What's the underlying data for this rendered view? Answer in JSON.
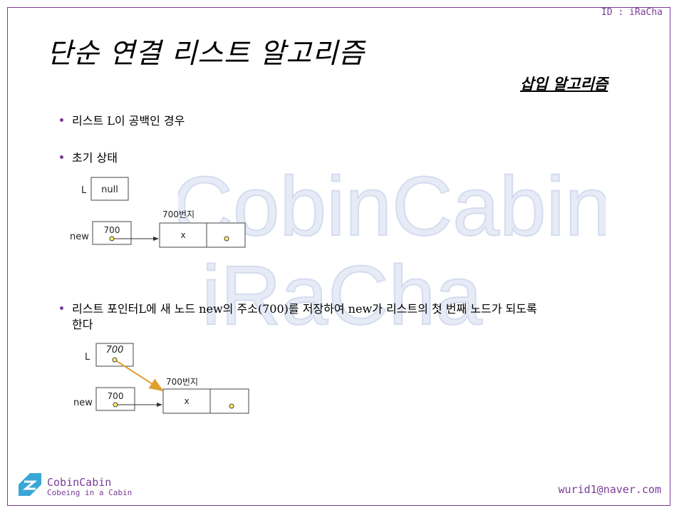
{
  "header": {
    "id_label": "ID : iRaCha"
  },
  "watermark": {
    "line1": "CobinCabin",
    "line2": "iRaCha"
  },
  "title": "단순 연결 리스트 알고리즘",
  "subtitle": "삽입 알고리즘",
  "bullets": [
    {
      "text": "리스트 L이 공백인 경우"
    },
    {
      "text": "초기 상태"
    },
    {
      "line1": "리스트 포인터L에 새 노드 new의 주소(700)를 저장하여 new가 리스트의 첫 번째 노드가 되도록",
      "line2": "한다"
    }
  ],
  "diagram1": {
    "pointer_label": "L",
    "pointer_value": "null",
    "node_address": "700번지",
    "new_label": "new",
    "new_value": "700",
    "node_data": "x"
  },
  "diagram2": {
    "pointer_label": "L",
    "pointer_value": "700",
    "node_address": "700번지",
    "new_label": "new",
    "new_value": "700",
    "node_data": "x"
  },
  "footer": {
    "logo_name": "CobinCabin",
    "logo_tagline": "Cobeing in a Cabin",
    "email": "wurid1@naver.com"
  },
  "colors": {
    "accent": "#7a3c97",
    "arrow_highlight": "#e0a030",
    "watermark": "#dbe3f3"
  }
}
